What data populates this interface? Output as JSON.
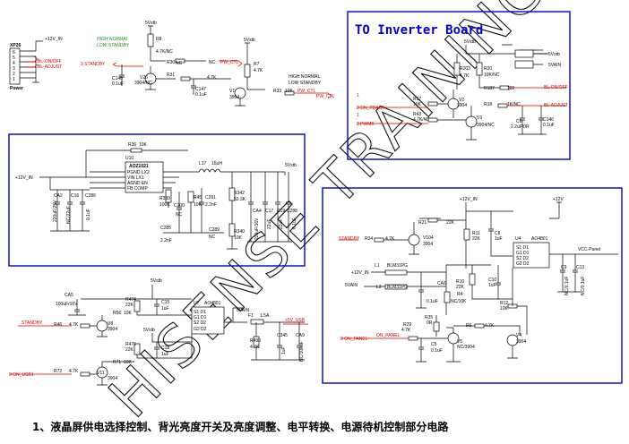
{
  "watermark": "HISENSE TRAINING",
  "caption": "1、液晶屏供电选择控制、背光亮度开关及亮度调整、电平转换、电源待机控制部分电路",
  "inverter_title": "TO Inverter Board",
  "connector": {
    "ref": "XP26",
    "label": "Power",
    "pins": [
      "6",
      "5",
      "4",
      "3",
      "2",
      "1"
    ],
    "net_12v": "+12V_IN",
    "net_bl_onoff": "BL-ON/OFF",
    "net_bl_adjust": "BL-ADJUST"
  },
  "top_left": {
    "note1": "HIGH NORMAL",
    "note2": "LOW STANDBY",
    "note3": "HIGH NORMAL",
    "note4": "LOW STANDBY",
    "vdd": "5Vstb",
    "vdd2": "5Vstb",
    "standby": "3  STANDBY",
    "r8": "R8",
    "r8v": "4.7K/NC",
    "r30": "R30",
    "r30v": "NC",
    "r_nc": "NC",
    "r31": "R31",
    "r31v": "4.7K",
    "r7": "R7",
    "r7v": "4.7K",
    "r33": "R33",
    "r33v": "10K",
    "c148": "C148",
    "c148v": "0.1uF",
    "v26": "V26",
    "v26v": "3904/NC",
    "c147": "C147",
    "c147v": "0.1uF",
    "v1": "V1",
    "v1v": "3904",
    "pw_ctl": "PW_CTL",
    "pw_ctl2": "PW_CTL",
    "pw_ctl3": "PW_CTL"
  },
  "inverter": {
    "vdd": "5Vstb",
    "vain": "5VAIN",
    "r203": "R203",
    "r203v": "4.7K",
    "r20": "R20",
    "r20v": "10K/NC",
    "r187": "R187",
    "r187v": "100",
    "r17": "R17",
    "r17v": "10K",
    "v2": "V2",
    "v2v": "3904",
    "r18": "R18",
    "r18v": "1K/NC",
    "r43": "R43",
    "r43v": "4.7K/NC",
    "v3": "V3",
    "v3v": "3904/NC",
    "c6": "C6",
    "c6v": "2.2uF/0R",
    "c146": "C146",
    "c146v": "0.1uF",
    "on_pback": "3  ON_PBACK",
    "pwmb": "3  PWMB",
    "bl_onoff": "BL-ON/OFF",
    "bl_adjust": "BL-ADJUST",
    "n1": "1",
    "n2": "1"
  },
  "dcdc": {
    "vin": "+12V_IN",
    "r36": "R36",
    "r36v": "10K",
    "u10": "U10",
    "ic": "AOZ1021",
    "pins": [
      "PGND  LX2",
      "VIN     LX1",
      "AGND   EN",
      "FB     COMP"
    ],
    "l17": "L17",
    "l17v": "15uH",
    "out": "5Vstb",
    "ca2": "CA2",
    "ca2v": "220uF/25V",
    "c16": "C16",
    "c16v": "NC/22uF",
    "c286": "C286",
    "c286v": "0.1uF",
    "r339": "R339",
    "r339v": "100K",
    "c200": "C200",
    "c200v": "NC",
    "r45": "R45",
    "r45v": "10K",
    "c291": "C291",
    "c291v": "2.2nF",
    "c285": "C285",
    "c285v": "2.2nF",
    "c289": "C289",
    "c289v": "NC",
    "r342": "R342",
    "r342v": "52.3K",
    "r340": "R340",
    "r340v": "10K",
    "ca4": "CA4",
    "ca4v": "220uF/16V",
    "c17": "C17",
    "c17v": "22uF",
    "c19": "C19",
    "c19v": "22uF",
    "c288": "C288",
    "c288v": "0.1uF"
  },
  "usb": {
    "vdd": "5Vstb",
    "vdd2": "5Vstb",
    "ca5": "CA5",
    "ca5v": "100uF/16V",
    "r474": "R474",
    "r474v": "22K",
    "c15": "C15",
    "c15v": "1uF",
    "u7": "U7",
    "u7v": "AO4801",
    "pins": [
      "S1  D1",
      "G1  D1",
      "S2  D2",
      "G2  D2"
    ],
    "f1": "F1",
    "f1v": "1.5A",
    "vain": "5VAIN",
    "usb_out": "+5V_USB",
    "standby": "STANDBY",
    "r46": "R46",
    "r46v": "4.7K",
    "v8": "V8",
    "v8v": "3904",
    "r56": "R56",
    "r56v": "10K",
    "r476": "R476",
    "r476v": "22K",
    "c18": "C18",
    "c18v": "1uF",
    "r490": "R490",
    "r490v": "4.7K",
    "c345": "C345",
    "c345v": "1uF",
    "ca9": "CA9",
    "ca9v": "NC/100uF",
    "r72": "R72",
    "r72v": "4.7K",
    "r71": "R71",
    "r71v": "10K",
    "v11": "V11",
    "v11v": "3904",
    "on_usb": "3  ON_USB1"
  },
  "panel": {
    "v12": "+12V_IN",
    "v12r": "+12V",
    "r21": "R21",
    "r21v": "22K",
    "standby": "STANDBY",
    "r34": "R34",
    "r34v": "4.7K",
    "v104": "V104",
    "v104v": "3904",
    "r11": "R11",
    "r11v": "22K",
    "c8": "C8",
    "c8v": "1uF",
    "u4": "U4",
    "u4v": "AO4801",
    "pins": [
      "S1  D1",
      "G1  D1",
      "S2  D2",
      "G2  D2"
    ],
    "vcc_panel": "VCC-Panel",
    "l1": "L1",
    "l1v": "BLM31PG",
    "l3": "L3",
    "l3v": "BLM31PG",
    "in12": "+12V_IN",
    "vain": "5VAIN",
    "ca6": "CA6",
    "ca6v": "0.1uF",
    "r4": "R4",
    "r4v": "NC/10K",
    "r10": "R10",
    "r10v": "22K",
    "c10": "C10",
    "c10v": "1uF",
    "r12": "R12",
    "r12v": "10K",
    "c9": "C9",
    "c9v": "NC/0.1uF",
    "c13": "C13",
    "c13v": "NC/0.1uF",
    "r29": "R29",
    "r29v": "4.7K",
    "r35": "R35",
    "r35v": "0R",
    "c5": "C5",
    "c5v": "0.1uF",
    "v5": "V5",
    "v5v": "NC/3904",
    "r6": "R6",
    "r6v": "4.7K",
    "v4": "V4",
    "v4v": "3904",
    "on_panel": "3  ON_PANEL",
    "on_panel2": "ON_PANEL"
  }
}
